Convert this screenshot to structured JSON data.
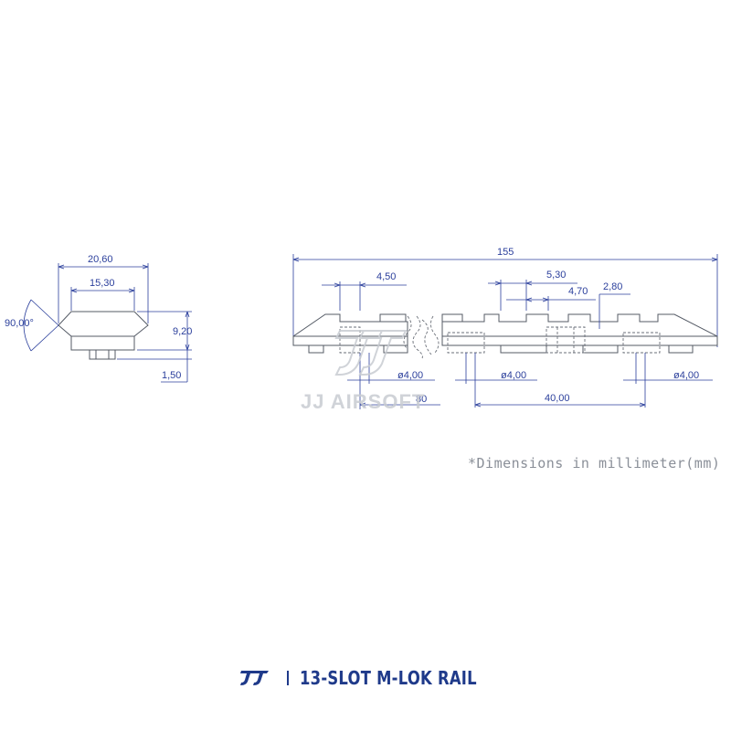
{
  "dimensions": {
    "end_top_width": "20,60",
    "end_slot_width": "15,30",
    "end_angle": "90,00°",
    "end_height": "9,20",
    "end_base": "1,50",
    "total_length": "155",
    "tooth_width": "4,50",
    "gap_width": "5,30",
    "slot_width": "4,70",
    "step_width": "2,80",
    "hole_left": "ø4,00",
    "hole_mid": "ø4,00",
    "hole_right": "ø4,00",
    "offset": "80",
    "hole_spacing": "40,00"
  },
  "watermark": "JJ AIRSOFT",
  "note": "*Dimensions in millimeter(mm)",
  "footer": {
    "title": "13-SLOT M-LOK RAIL"
  },
  "colors": {
    "dimension": "#2b3f9c",
    "footer": "#1f3a8a",
    "note": "#8a8f98"
  }
}
